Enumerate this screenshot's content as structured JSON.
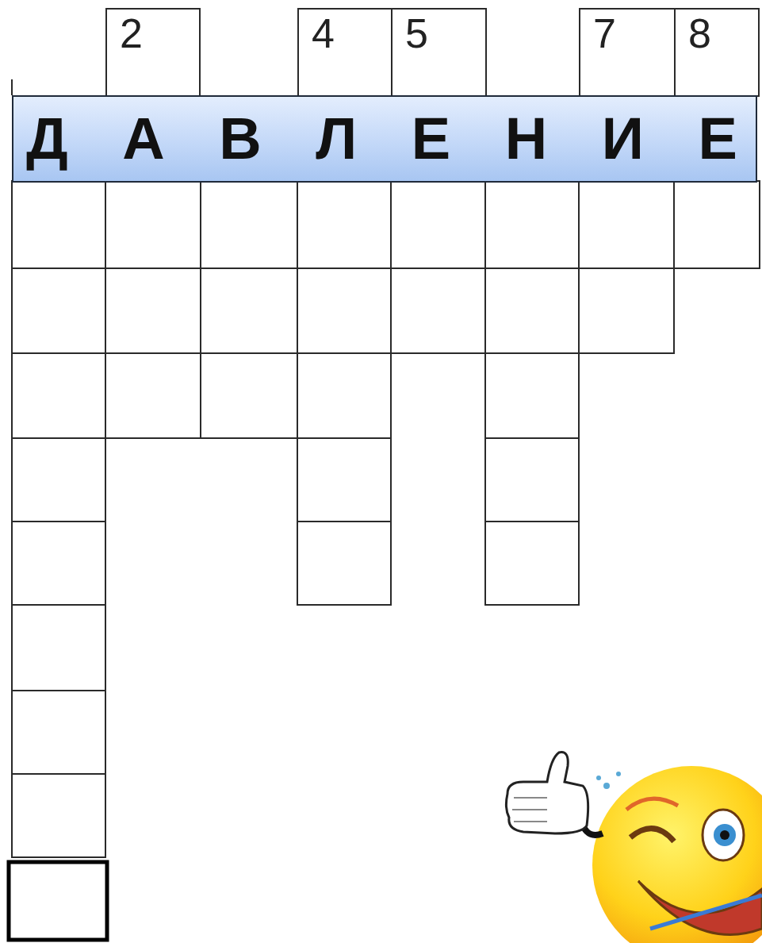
{
  "diagram": {
    "nodes": [
      {
        "text": [
          "2"
        ]
      },
      {
        "text": [
          "4"
        ]
      },
      {
        "text": [
          "5"
        ]
      },
      {
        "text": [
          "7"
        ]
      },
      {
        "text": [
          "8"
        ]
      },
      {
        "text": [
          "Д А В Л Е Н И Е"
        ]
      }
    ]
  }
}
